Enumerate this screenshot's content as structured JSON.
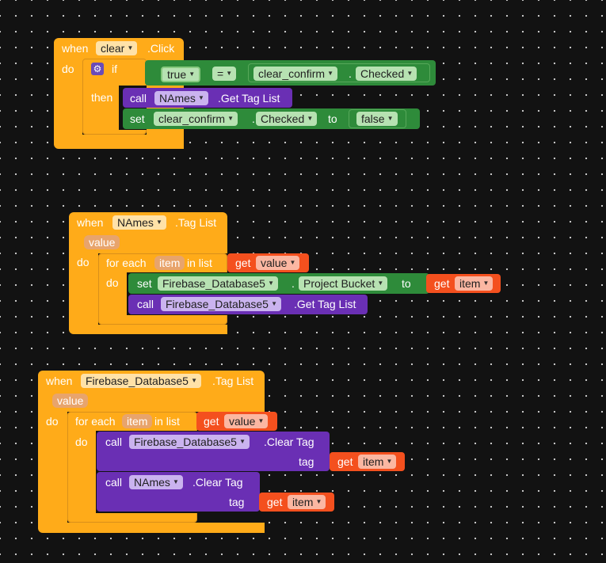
{
  "block1": {
    "when": "when",
    "component": "clear",
    "event": ".Click",
    "do": "do",
    "if": "if",
    "then": "then",
    "gear_icon": "gear-icon",
    "cond_left": "true",
    "op": "=",
    "cond_comp": "clear_confirm",
    "dot": ".",
    "cond_prop": "Checked",
    "call": "call",
    "call_comp": "NAmes",
    "call_method": ".Get Tag List",
    "set": "set",
    "set_comp": "clear_confirm",
    "set_prop": "Checked",
    "to": "to",
    "set_val": "false"
  },
  "block2": {
    "when": "when",
    "component": "NAmes",
    "event": ".Tag List",
    "param": "value",
    "do": "do",
    "foreach": "for each",
    "item": "item",
    "inlist": "in list",
    "get": "get",
    "get_val": "value",
    "inner_do": "do",
    "set": "set",
    "set_comp": "Firebase_Database5",
    "dot": ".",
    "set_prop": "Project Bucket",
    "to": "to",
    "set_get": "get",
    "set_get_val": "item",
    "call": "call",
    "call_comp": "Firebase_Database5",
    "call_method": ".Get Tag List"
  },
  "block3": {
    "when": "when",
    "component": "Firebase_Database5",
    "event": ".Tag List",
    "param": "value",
    "do": "do",
    "foreach": "for each",
    "item": "item",
    "inlist": "in list",
    "get": "get",
    "get_val": "value",
    "inner_do": "do",
    "call1": "call",
    "call1_comp": "Firebase_Database5",
    "call1_method": ".Clear Tag",
    "tag1": "tag",
    "get1": "get",
    "get1_val": "item",
    "call2": "call",
    "call2_comp": "NAmes",
    "call2_method": ".Clear Tag",
    "tag2": "tag",
    "get2": "get",
    "get2_val": "item"
  },
  "colors": {
    "event": "#ffab19",
    "logic": "#2e8b3a",
    "component": "#6a2fb4",
    "variable": "#f4501e",
    "background": "#121212"
  }
}
